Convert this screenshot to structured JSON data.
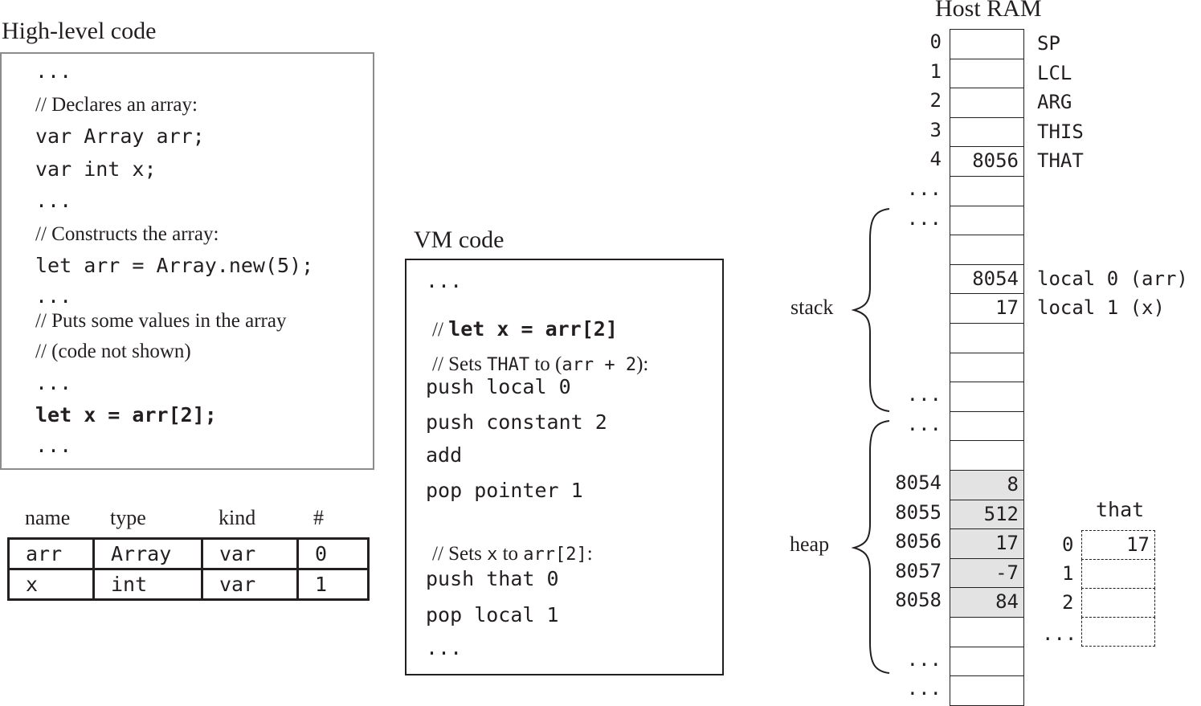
{
  "high_level": {
    "title": "High-level code",
    "lines": [
      {
        "text": "...",
        "style": "code"
      },
      {
        "text": "// Declares an array:",
        "style": "comment"
      },
      {
        "text": "var Array arr;",
        "style": "code"
      },
      {
        "text": "var int x;",
        "style": "code"
      },
      {
        "text": "...",
        "style": "code"
      },
      {
        "text": "// Constructs the array:",
        "style": "comment"
      },
      {
        "text": "let arr = Array.new(5);",
        "style": "code"
      },
      {
        "text": "...",
        "style": "code"
      },
      {
        "text": "// Puts some values in the array",
        "style": "comment"
      },
      {
        "text": "// (code not shown)",
        "style": "comment"
      },
      {
        "text": "...",
        "style": "code"
      },
      {
        "text": "let x = arr[2];",
        "style": "bold"
      },
      {
        "text": "...",
        "style": "code"
      }
    ]
  },
  "symbol_table": {
    "headers": [
      "name",
      "type",
      "kind",
      "#"
    ],
    "rows": [
      [
        "arr",
        "Array",
        "var",
        "0"
      ],
      [
        "x",
        "int",
        "var",
        "1"
      ]
    ]
  },
  "vm_code": {
    "title": "VM code",
    "dots_top": "...",
    "comment1_prefix": "// ",
    "comment1_code": "let x = arr[2]",
    "comment2_pre": "// Sets ",
    "comment2_code1": "THAT",
    "comment2_mid": " to (",
    "comment2_code2": "arr + 2",
    "comment2_post": "):",
    "lines1": [
      "push local 0",
      "push constant 2",
      "add",
      "pop pointer 1"
    ],
    "comment3_pre": "// Sets ",
    "comment3_code1": "x",
    "comment3_mid": " to ",
    "comment3_code2": "arr[2]",
    "comment3_post": ":",
    "lines2": [
      "push that 0",
      "pop local 1"
    ],
    "dots_bottom": "..."
  },
  "ram": {
    "title": "Host RAM",
    "cells": [
      {
        "addr": "0",
        "value": "",
        "label": "SP"
      },
      {
        "addr": "1",
        "value": "",
        "label": "LCL"
      },
      {
        "addr": "2",
        "value": "",
        "label": "ARG"
      },
      {
        "addr": "3",
        "value": "",
        "label": "THIS"
      },
      {
        "addr": "4",
        "value": "8056",
        "label": "THAT"
      },
      {
        "addr": "...",
        "value": "",
        "label": ""
      },
      {
        "addr": "...",
        "value": "",
        "label": ""
      },
      {
        "addr": "",
        "value": "",
        "label": ""
      },
      {
        "addr": "",
        "value": "8054",
        "label": "local 0 (arr)"
      },
      {
        "addr": "",
        "value": "17",
        "label": "local 1 (x)"
      },
      {
        "addr": "",
        "value": "",
        "label": ""
      },
      {
        "addr": "",
        "value": "",
        "label": ""
      },
      {
        "addr": "...",
        "value": "",
        "label": ""
      },
      {
        "addr": "...",
        "value": "",
        "label": ""
      },
      {
        "addr": "",
        "value": "",
        "label": ""
      },
      {
        "addr": "8054",
        "value": "8",
        "label": "",
        "shaded": true
      },
      {
        "addr": "8055",
        "value": "512",
        "label": "",
        "shaded": true
      },
      {
        "addr": "8056",
        "value": "17",
        "label": "",
        "shaded": true
      },
      {
        "addr": "8057",
        "value": "-7",
        "label": "",
        "shaded": true
      },
      {
        "addr": "8058",
        "value": "84",
        "label": "",
        "shaded": true
      },
      {
        "addr": "",
        "value": "",
        "label": ""
      },
      {
        "addr": "...",
        "value": "",
        "label": ""
      },
      {
        "addr": "...",
        "value": "",
        "label": ""
      }
    ],
    "stack_label": "stack",
    "heap_label": "heap"
  },
  "that_segment": {
    "title": "that",
    "cells": [
      {
        "index": "0",
        "value": "17"
      },
      {
        "index": "1",
        "value": ""
      },
      {
        "index": "2",
        "value": ""
      }
    ],
    "dots": "..."
  }
}
